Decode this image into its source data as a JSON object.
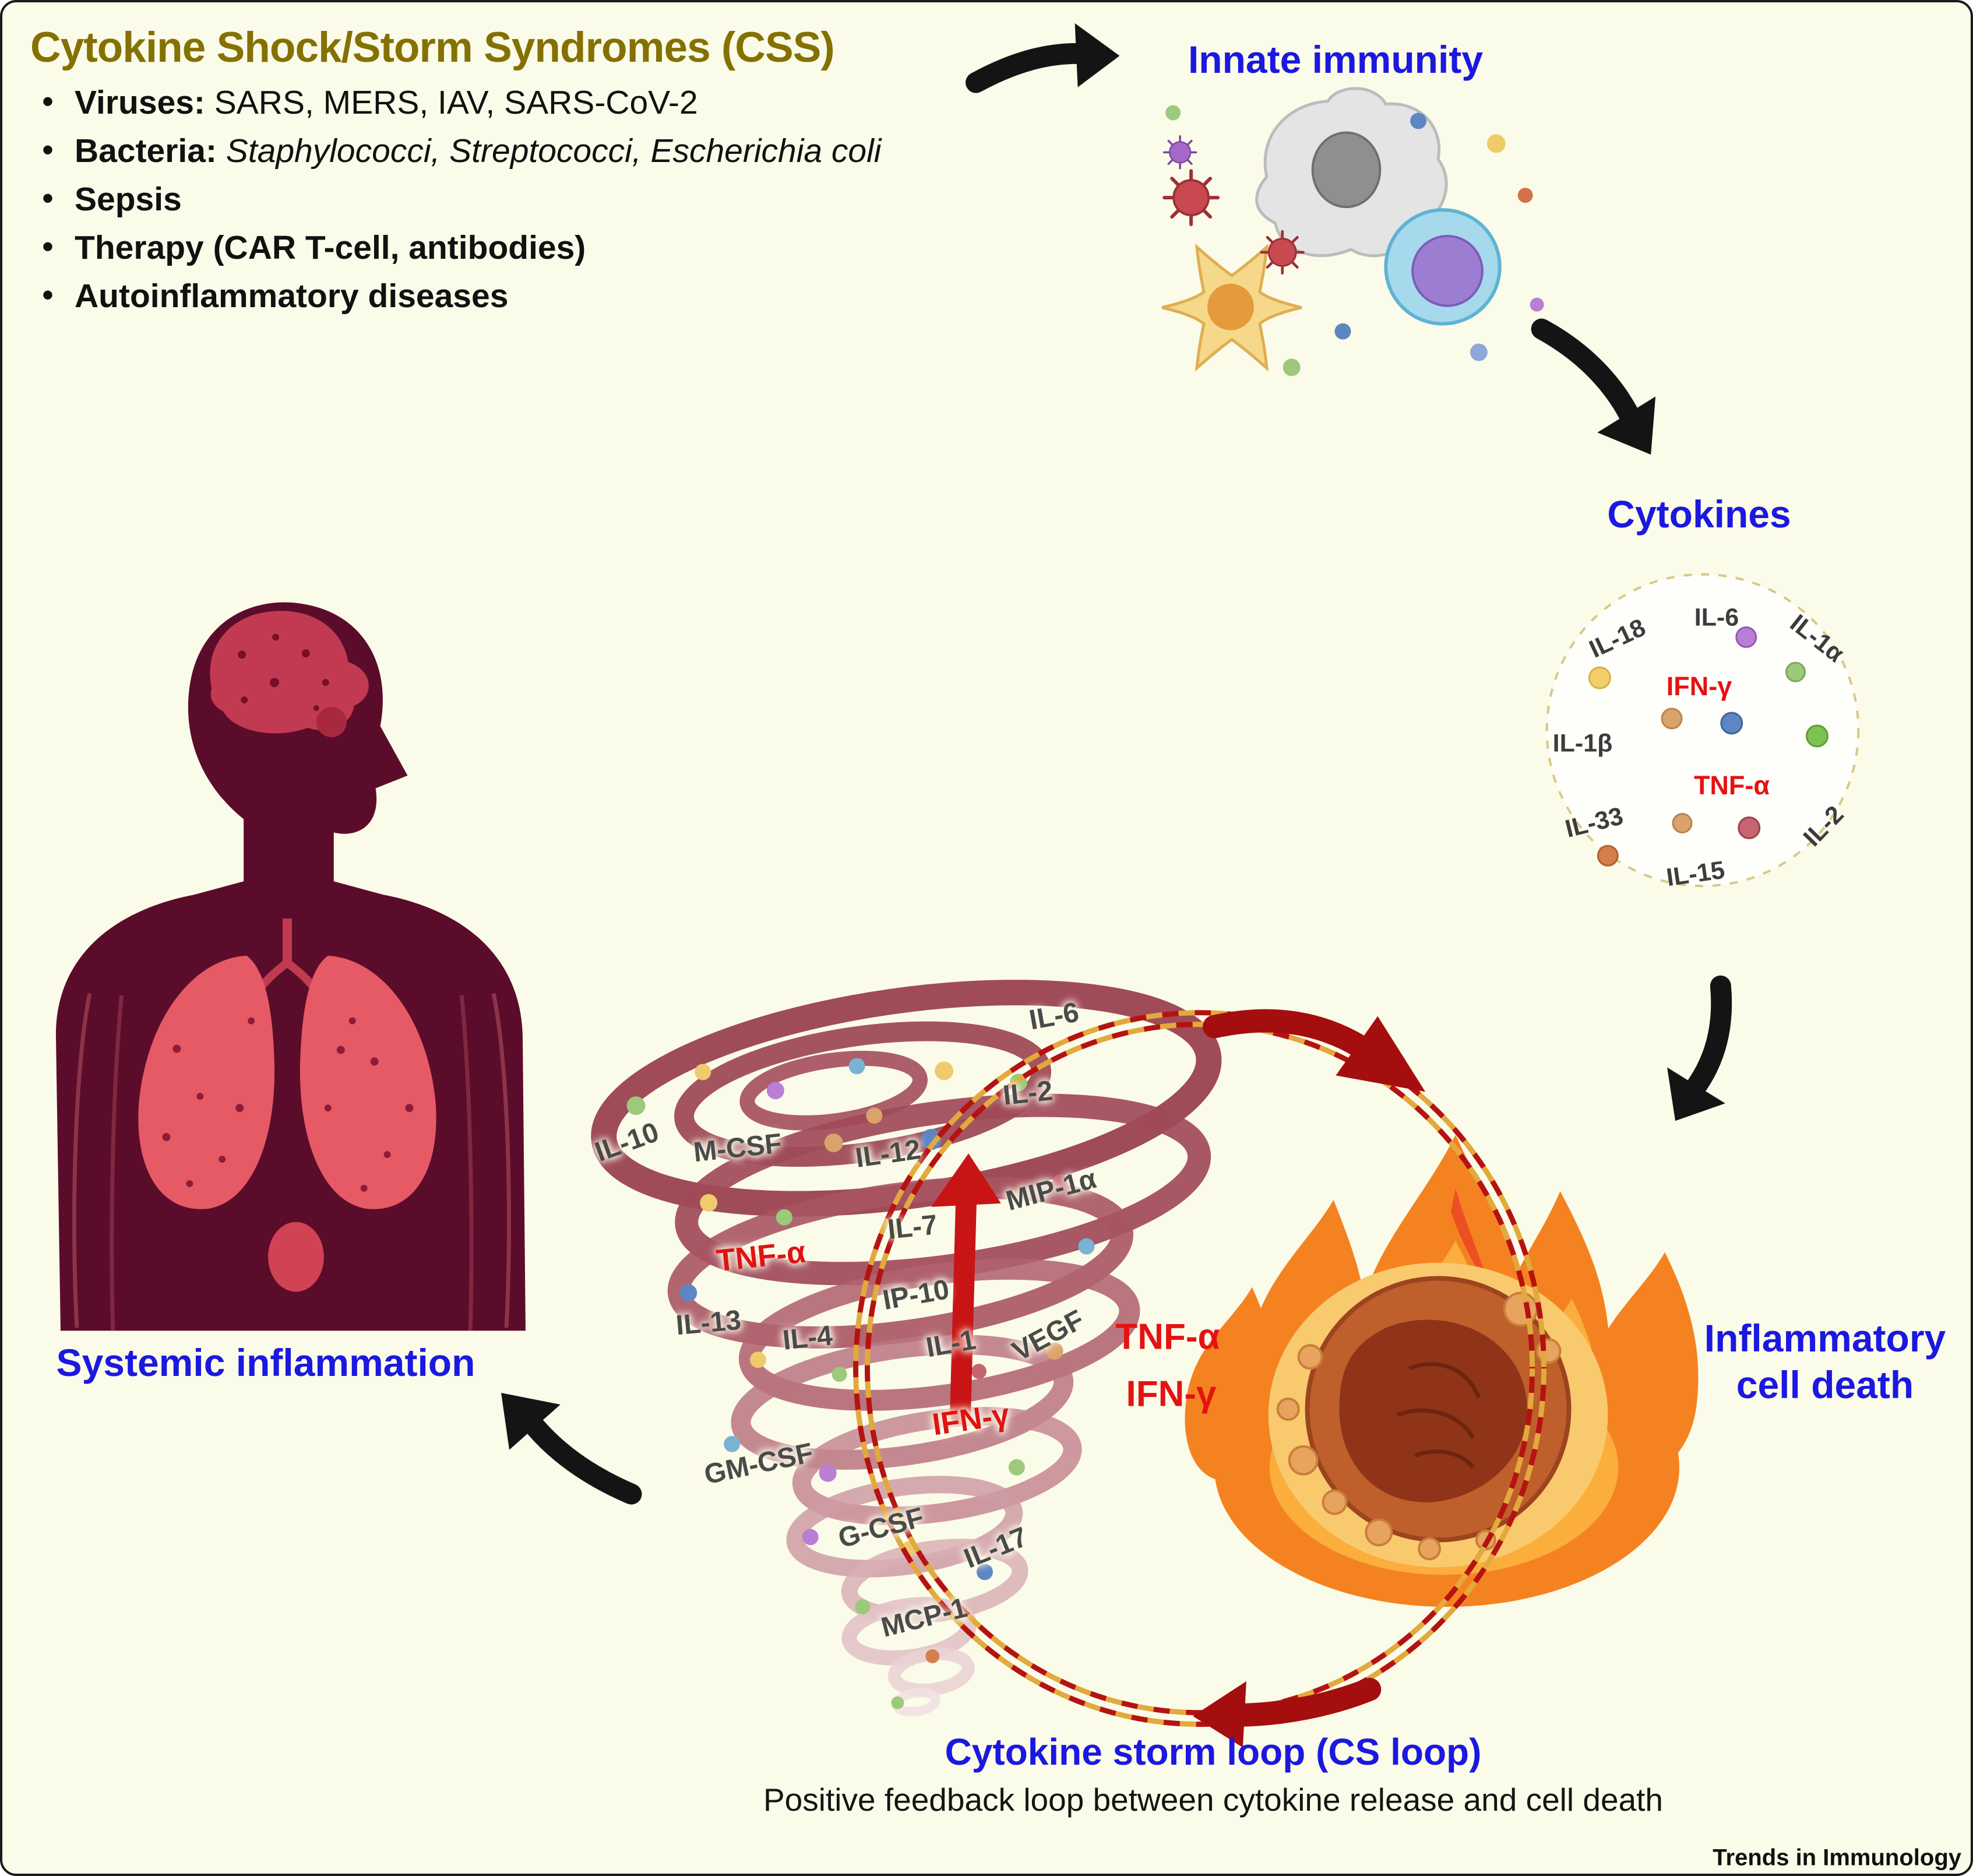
{
  "colors": {
    "background": "#FBFBE9",
    "title_gold": "#857102",
    "label_blue": "#1B18E0",
    "label_red": "#E51212",
    "tornado_maroon": "#9A4150",
    "loop_red": "#B51212"
  },
  "header": {
    "title": "Cytokine Shock/Storm Syndromes (CSS)",
    "bullets": [
      {
        "label": "Viruses:",
        "rest": "SARS, MERS, IAV, SARS-CoV-2"
      },
      {
        "label": "Bacteria:",
        "rest_italic": "Staphylococci, Streptococci, Escherichia coli"
      },
      {
        "label": "Sepsis"
      },
      {
        "label": "Therapy (CAR T-cell, antibodies)"
      },
      {
        "label": "Autoinflammatory diseases"
      }
    ]
  },
  "stages": {
    "innate_immunity": "Innate immunity",
    "cytokines": "Cytokines",
    "inflammatory_cell_death_line1": "Inflammatory",
    "inflammatory_cell_death_line2": "cell death",
    "systemic_inflammation": "Systemic inflammation"
  },
  "loop": {
    "title": "Cytokine storm loop (CS loop)",
    "subtitle": "Positive feedback loop between cytokine release and cell death",
    "tnf": "TNF-α",
    "ifn": "IFN-γ"
  },
  "cytokine_circle": {
    "labels": [
      "IL-18",
      "IL-6",
      "IL-1α",
      "IFN-γ",
      "IL-1β",
      "TNF-α",
      "IL-33",
      "IL-2",
      "IL-15"
    ]
  },
  "tornado": {
    "labels": [
      "IL-6",
      "IL-2",
      "IL-10",
      "M-CSF",
      "IL-12",
      "MIP-1α",
      "IL-7",
      "TNF-α",
      "IP-10",
      "IL-13",
      "IL-4",
      "IL-1",
      "VEGF",
      "IFN-γ",
      "GM-CSF",
      "G-CSF",
      "IL-17",
      "MCP-1"
    ]
  },
  "footer": {
    "journal": "Trends in Immunology"
  }
}
